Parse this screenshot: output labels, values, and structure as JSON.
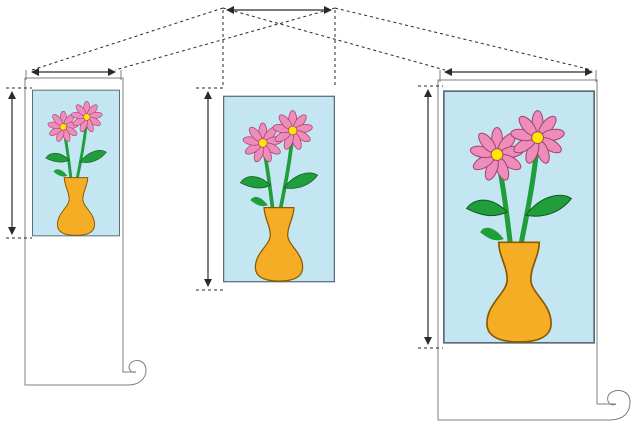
{
  "diagram": {
    "description_visible_text": [],
    "colors": {
      "background": "#ffffff",
      "paper_stroke": "#7f7f7f",
      "sky": "#c4e6f2",
      "image_border": "#5b6b78",
      "vase": "#f4ad25",
      "vase_stroke": "#8a5a00",
      "petal": "#ee8cba",
      "petal_stroke": "#a2426f",
      "center": "#ffe600",
      "leaf": "#1f9e3b",
      "arrow": "#2a2a2a"
    },
    "icons": [
      "flower-vase-picture",
      "paper-roll",
      "dimension-arrow"
    ],
    "panels": [
      {
        "id": "small",
        "scale": 0.62
      },
      {
        "id": "medium",
        "scale": 0.8
      },
      {
        "id": "large",
        "scale": 1.0
      }
    ]
  }
}
